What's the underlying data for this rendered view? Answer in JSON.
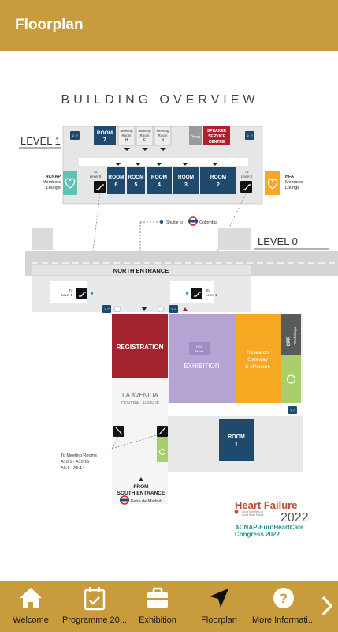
{
  "header": {
    "title": "Floorplan"
  },
  "floorplan": {
    "title": "BUILDING OVERVIEW",
    "level1_label": "LEVEL 1",
    "level0_label": "LEVEL 0",
    "rooms_top": [
      "ROOM",
      "7"
    ],
    "meeting_h": [
      "Meeting",
      "Room",
      "H"
    ],
    "meeting_f": [
      "Meeting",
      "Room",
      "F"
    ],
    "meeting_n": [
      "Meeting",
      "Room",
      "N"
    ],
    "press": "Press",
    "speaker": [
      "SPEAKER",
      "SERVICE",
      "CENTRE"
    ],
    "rooms_row": [
      {
        "a": "ROOM",
        "b": "6"
      },
      {
        "a": "ROOM",
        "b": "5"
      },
      {
        "a": "ROOM",
        "b": "4"
      },
      {
        "a": "ROOM",
        "b": "3"
      },
      {
        "a": "ROOM",
        "b": "2"
      }
    ],
    "acnap": [
      "ACNAP",
      "Members",
      "Lounge"
    ],
    "hfa": [
      "HFA",
      "Members",
      "Lounge"
    ],
    "to_level0": [
      "To",
      "Level 0"
    ],
    "shuttle": "Shuttle to",
    "shuttle_dest": "Colombia",
    "north_entrance": "NORTH ENTRANCE",
    "to_level1": [
      "To",
      "Level 1"
    ],
    "registration": "REGISTRATION",
    "exhibition": "EXHIBITION",
    "hfa_stand": [
      "HFA",
      "Stand"
    ],
    "research": [
      "Research",
      "Gateway",
      "& ePosters"
    ],
    "cpr": [
      "CPR",
      "Workshops"
    ],
    "la_avenida": "LA AVENIDA",
    "central_avenue": "CENTRAL AVENUE",
    "room1": [
      "ROOM",
      "1"
    ],
    "to_meeting": [
      "To Meeting Rooms",
      "A10.1 - A10.15",
      "A9.1 - A9.14"
    ],
    "south_entrance": [
      "FROM",
      "SOUTH ENTRANCE"
    ],
    "feria": "Feria de Madrid",
    "logo": {
      "line1": "Heart Failure",
      "year": "2022",
      "sub": [
        "World Congress on",
        "Acute Heart Failure"
      ],
      "line2": "ACNAP-EuroHeartCare",
      "line3": "Congress 2022"
    }
  },
  "bottom_nav": {
    "items": [
      {
        "label": "Welcome",
        "icon": "home-icon"
      },
      {
        "label": "Programme 20...",
        "icon": "calendar-check-icon"
      },
      {
        "label": "Exhibition",
        "icon": "briefcase-icon"
      },
      {
        "label": "Floorplan",
        "icon": "navigation-arrow-icon"
      },
      {
        "label": "More Informati...",
        "icon": "help-circle-icon"
      }
    ],
    "next_icon": "chevron-right-icon"
  },
  "colors": {
    "gold": "#c89b3c",
    "navy": "#1f4a6e",
    "red": "#a3232e",
    "purple": "#b3a4d3",
    "orange": "#f7a823",
    "green": "#a9cf6b",
    "teal": "#5fc2b5"
  }
}
